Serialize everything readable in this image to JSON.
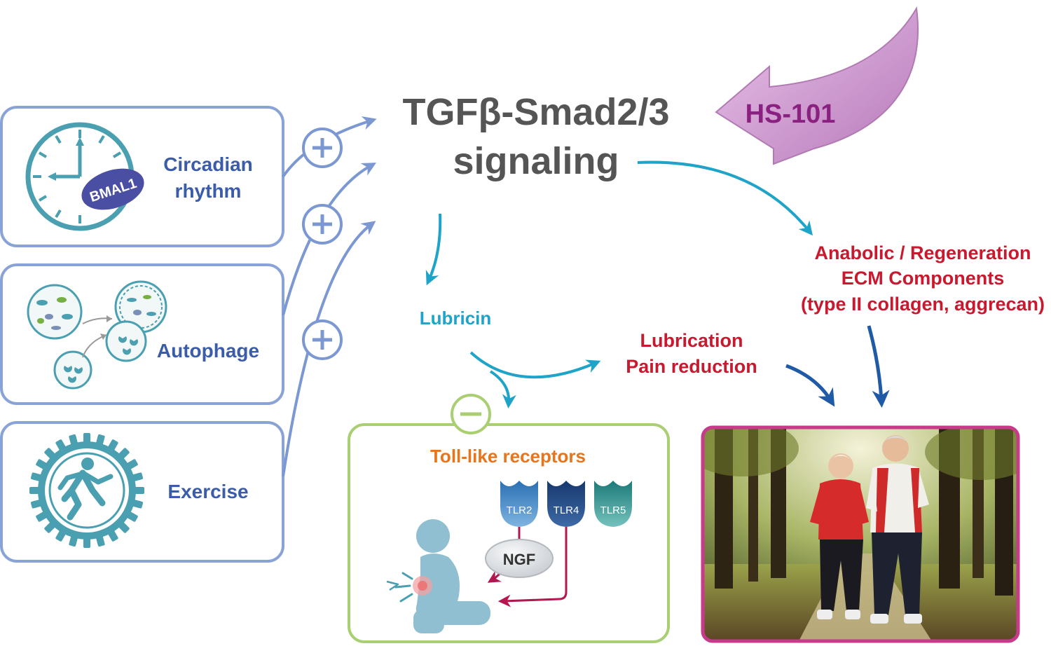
{
  "title": {
    "line1": "TGFβ-Smad2/3",
    "line2": "signaling"
  },
  "drug": {
    "label": "HS-101"
  },
  "factors": {
    "circadian": {
      "line1": "Circadian",
      "line2": "rhythm",
      "clock_badge": "BMAL1"
    },
    "autophage": {
      "label": "Autophage"
    },
    "exercise": {
      "label": "Exercise"
    }
  },
  "lubricin": {
    "label": "Lubricin"
  },
  "effects": {
    "lubrication": {
      "line1": "Lubrication",
      "line2": "Pain reduction"
    },
    "anabolic": {
      "line1": "Anabolic / Regeneration",
      "line2": "ECM Components",
      "line3": "(type II collagen, aggrecan)"
    }
  },
  "tlr_panel": {
    "title": "Toll-like receptors",
    "receptors": [
      "TLR2",
      "TLR4",
      "TLR5"
    ],
    "ngf": "NGF"
  },
  "colors": {
    "box_border": "#8aa3d6",
    "connector": "#7b98d2",
    "cyan_arrow": "#1ea3c9",
    "dark_arrow": "#1f5aa6",
    "drug_fill": "#c890c9",
    "tlr_border": "#a9cf72",
    "photo_border": "#c83a8a"
  },
  "icons": {
    "clock": "clock-icon",
    "autophagy": "autophagy-cells-icon",
    "exercise": "running-gear-icon",
    "patient": "knee-pain-person-icon",
    "photo": "jogging-couple-photo"
  }
}
